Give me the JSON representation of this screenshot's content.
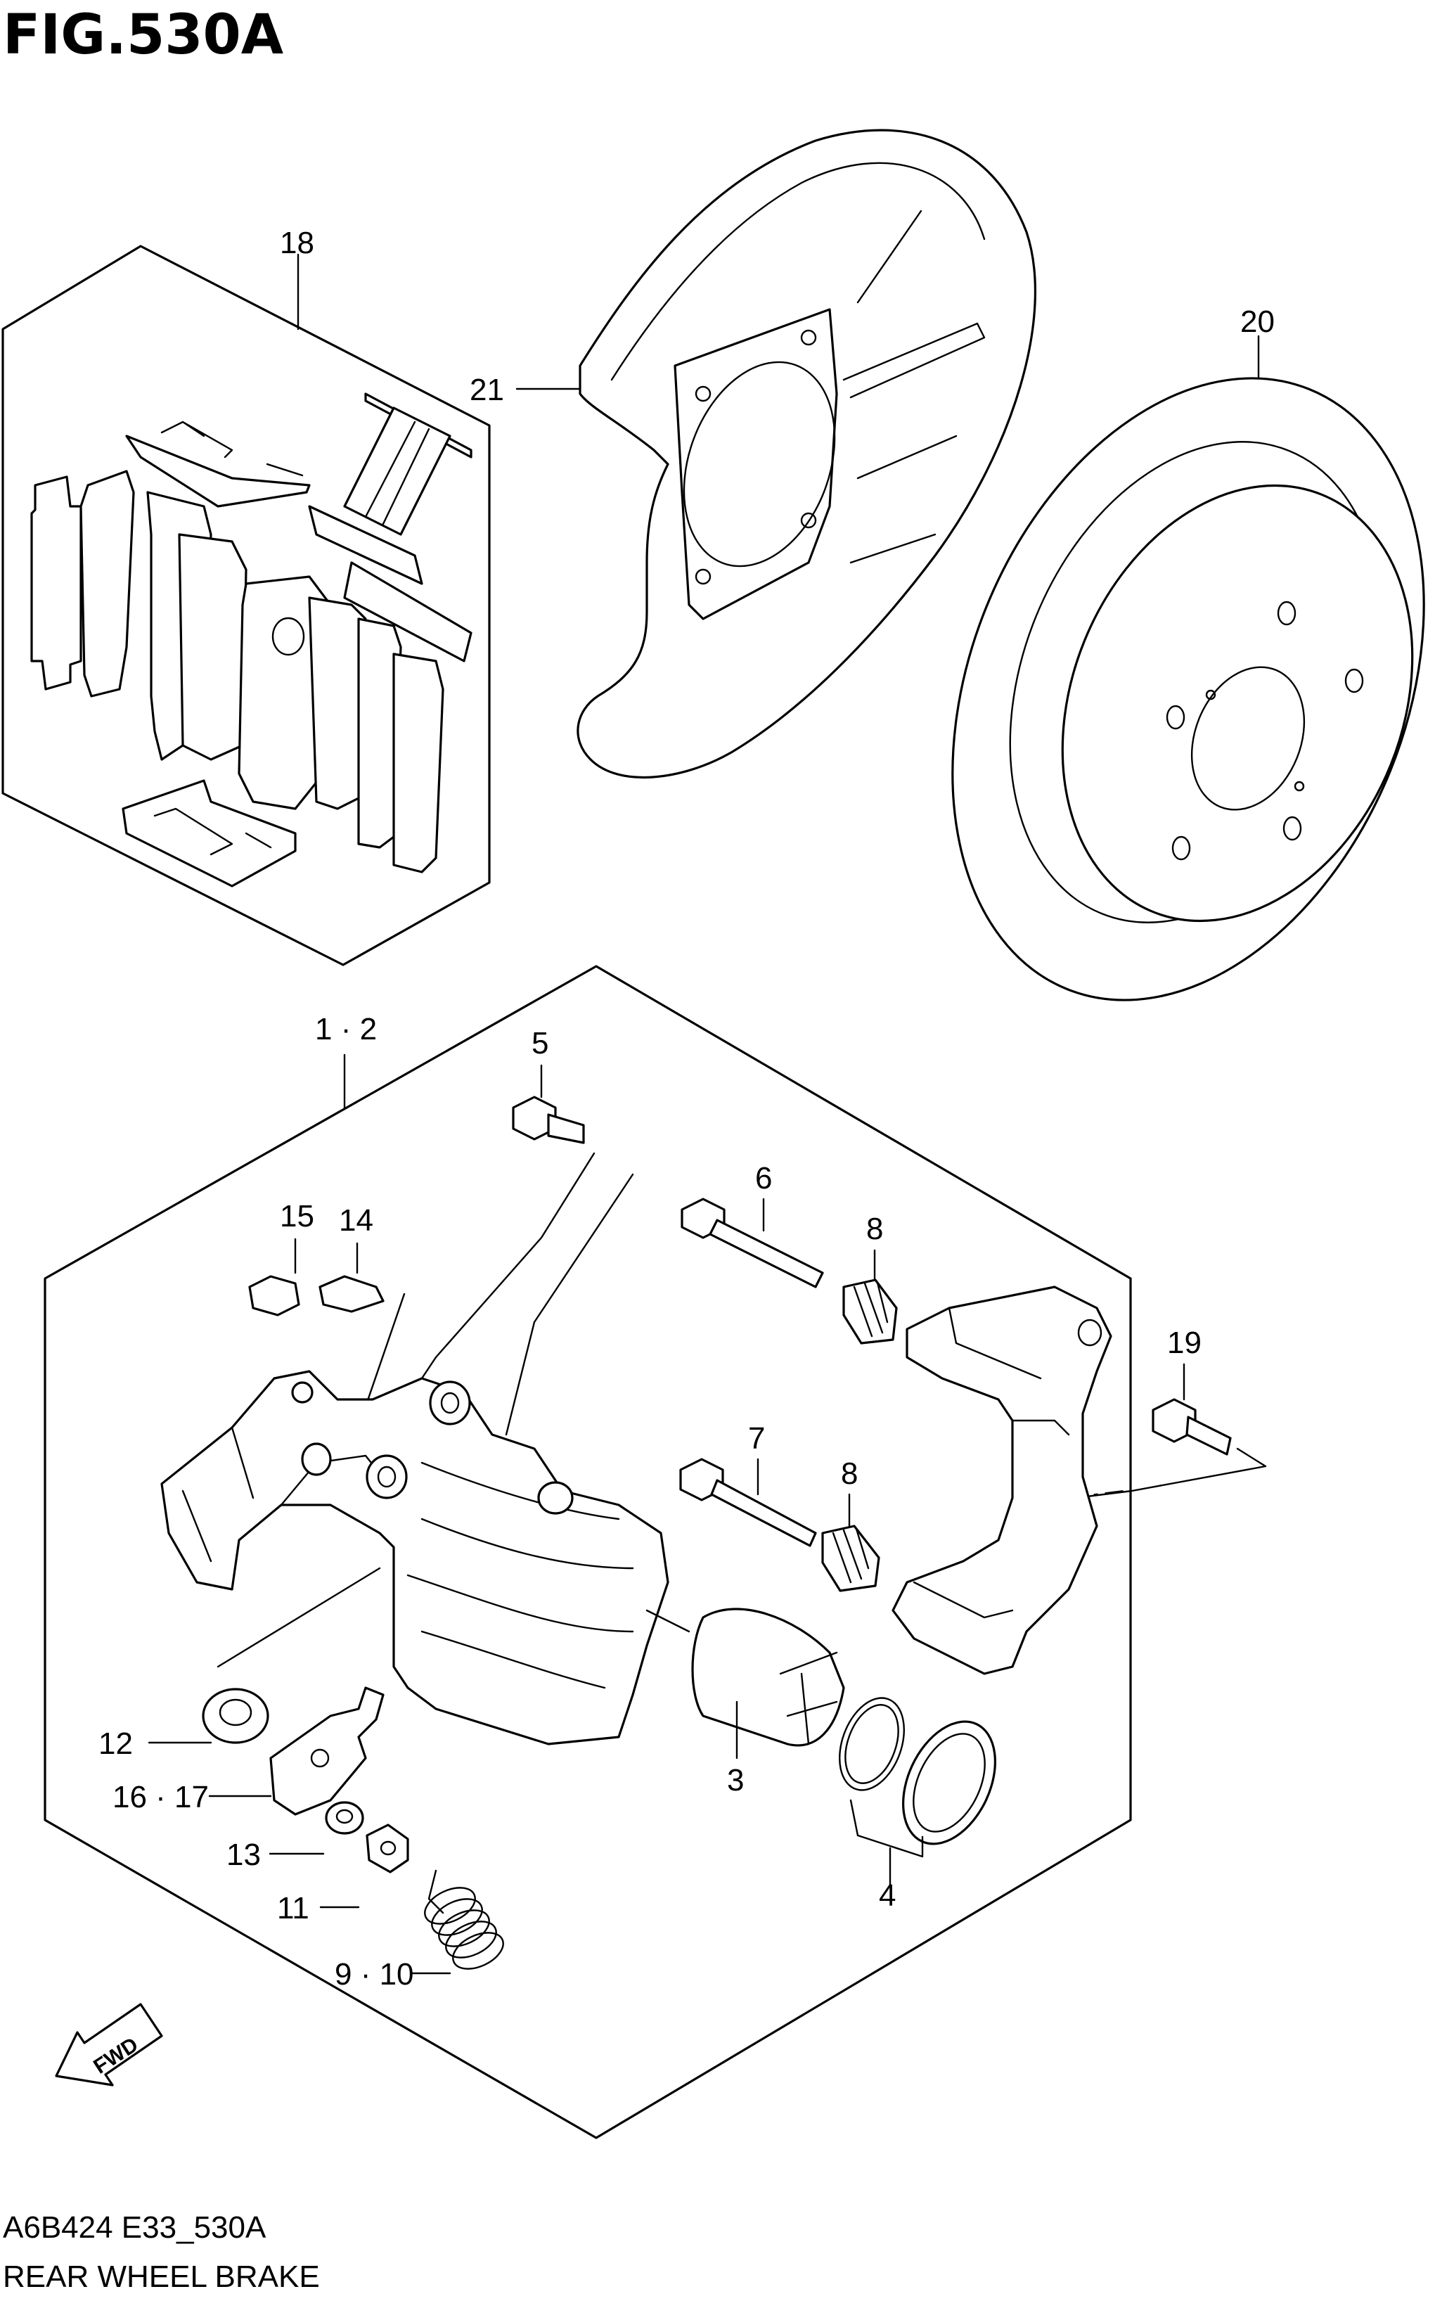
{
  "figure": {
    "title": "FIG.530A",
    "code": "A6B424 E33_530A",
    "caption": "REAR WHEEL BRAKE",
    "direction_badge": "FWD"
  },
  "callouts": {
    "c18": "18",
    "c21": "21",
    "c20": "20",
    "c1_2": "1 · 2",
    "c5": "5",
    "c6": "6",
    "c8a": "8",
    "c15": "15",
    "c14": "14",
    "c19": "19",
    "c7": "7",
    "c8b": "8",
    "c3": "3",
    "c12": "12",
    "c16_17": "16 · 17",
    "c13": "13",
    "c11": "11",
    "c4": "4",
    "c9_10": "9 · 10"
  },
  "icons": {
    "fwd_arrow": "fwd-arrow-icon"
  }
}
